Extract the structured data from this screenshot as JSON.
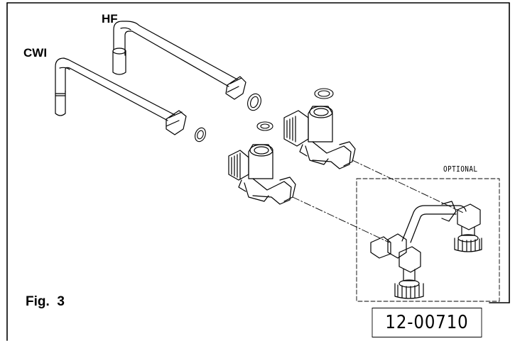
{
  "labels": {
    "hot_feed": "HF",
    "cold_water_inlet": "CWI",
    "figure": "Fig.  3",
    "optional": "OPTIONAL",
    "drawing_code": "12-00710"
  },
  "colors": {
    "line": "#000000",
    "background": "#ffffff"
  }
}
